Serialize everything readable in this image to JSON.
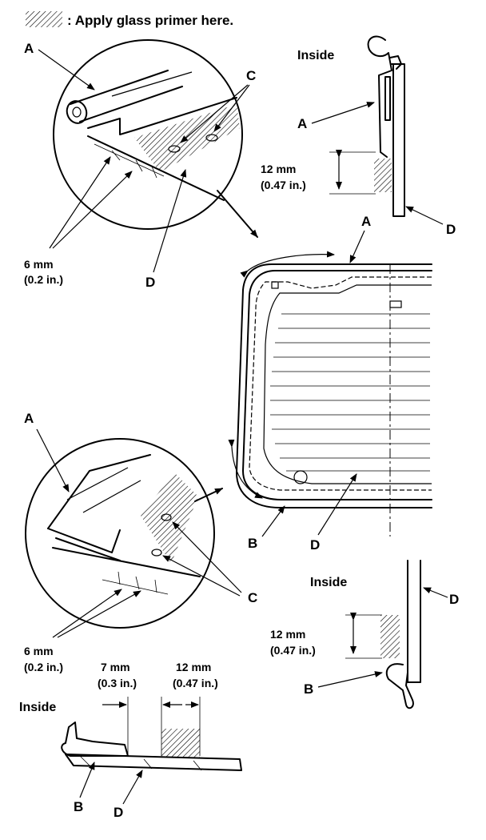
{
  "legend": {
    "text": ": Apply glass primer here."
  },
  "labels": {
    "A": "A",
    "B": "B",
    "C": "C",
    "D": "D"
  },
  "inside": "Inside",
  "dims": {
    "mm12": "12 mm",
    "in047": "(0.47 in.)",
    "mm6": "6 mm",
    "in02": "(0.2 in.)",
    "mm7": "7 mm",
    "in03": "(0.3 in.)"
  }
}
